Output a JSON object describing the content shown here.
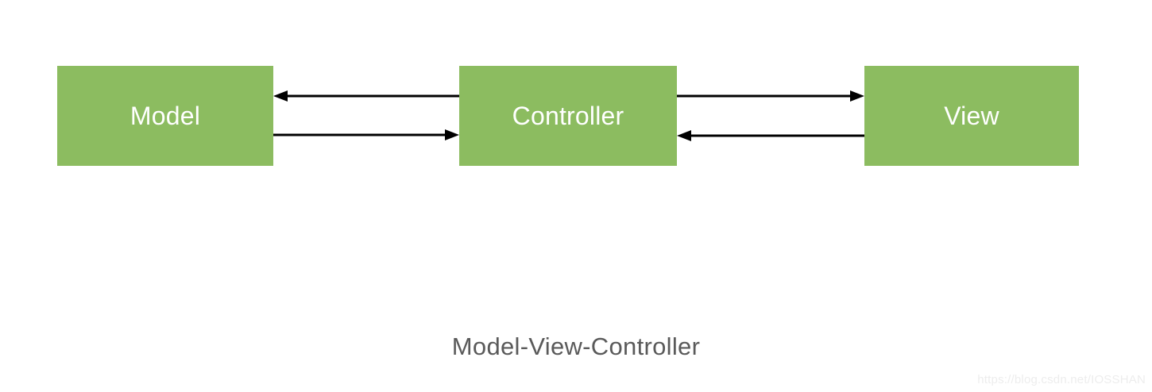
{
  "diagram": {
    "type": "block-diagram",
    "title": "Model-View-Controller",
    "background_color": "#ffffff",
    "node_fill_color": "#8cbc60",
    "node_text_color": "#ffffff",
    "connector_color": "#000000",
    "caption_color": "#5a5a5a",
    "nodes": [
      {
        "id": "model",
        "label": "Model"
      },
      {
        "id": "controller",
        "label": "Controller"
      },
      {
        "id": "view",
        "label": "View"
      }
    ],
    "connectors": [
      {
        "id": "controller-to-model",
        "from": "controller",
        "to": "model",
        "direction": "left",
        "arrowhead": "solid-triangle"
      },
      {
        "id": "model-to-controller",
        "from": "model",
        "to": "controller",
        "direction": "right",
        "arrowhead": "solid-triangle"
      },
      {
        "id": "controller-to-view",
        "from": "controller",
        "to": "view",
        "direction": "right",
        "arrowhead": "solid-triangle"
      },
      {
        "id": "view-to-controller",
        "from": "view",
        "to": "controller",
        "direction": "left",
        "arrowhead": "solid-triangle"
      }
    ],
    "caption": "Model-View-Controller",
    "watermark": "https://blog.csdn.net/IOSSHAN"
  }
}
